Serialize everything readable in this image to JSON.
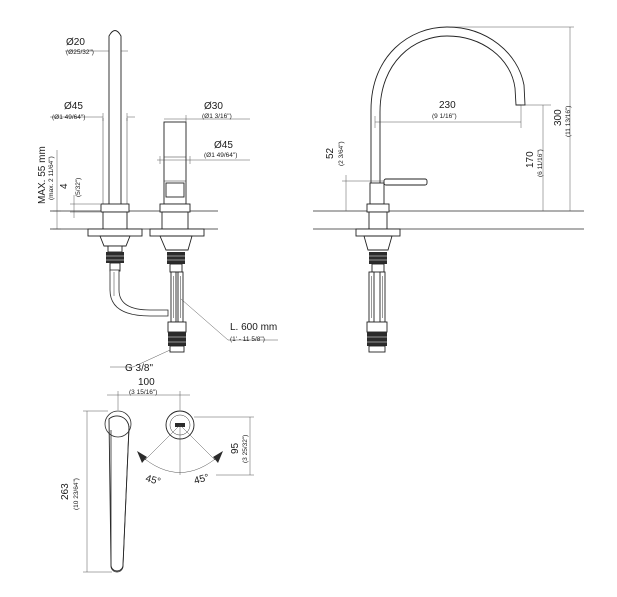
{
  "dimensions": {
    "spout_diameter": "Ø20",
    "spout_diameter_in": "(Ø25/32\")",
    "spout_base_diameter": "Ø45",
    "spout_base_diameter_in": "(Ø1 49/64\")",
    "handle_diameter": "Ø30",
    "handle_diameter_in": "(Ø1 3/16\")",
    "handle_base_diameter": "Ø45",
    "handle_base_diameter_in": "(Ø1 49/64\")",
    "deck_thickness": "MAX. 55 mm",
    "deck_thickness_in": "(max. 2 11/64\")",
    "rosette_height": "4",
    "rosette_height_in": "(5/32\")",
    "hose_length": "L. 600 mm",
    "hose_length_in": "(1' - 11 5/8\")",
    "thread": "G 3/8\"",
    "reach": "230",
    "reach_in": "(9 1/16\")",
    "total_height": "300",
    "total_height_in": "(11 13/16\")",
    "outlet_height": "170",
    "outlet_height_in": "(6 11/16\")",
    "lever_height": "52",
    "lever_height_in": "(2 3/64\")",
    "centers": "100",
    "centers_in": "(3 15/16\")",
    "plan_length": "263",
    "plan_length_in": "(10 23/64\")",
    "lever_projection": "95",
    "lever_projection_in": "(3 25/32\")",
    "angle_left": "45°",
    "angle_right": "45°"
  }
}
